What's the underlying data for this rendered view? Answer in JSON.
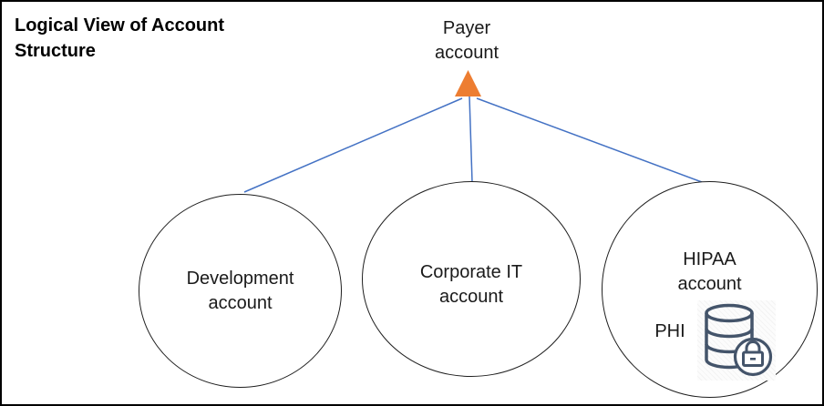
{
  "title": "Logical View of Account\nStructure",
  "root": {
    "label": "Payer\naccount"
  },
  "accounts": [
    {
      "label": "Development\naccount"
    },
    {
      "label": "Corporate IT\naccount"
    },
    {
      "label": "HIPAA\naccount",
      "tag": "PHI",
      "icon": "database-lock-icon"
    }
  ],
  "colors": {
    "connector": "#4472C4",
    "triangle": "#ED7D31",
    "circle_outline": "#1F1F1F",
    "icon": "#44546A",
    "text": "#1A1A1A"
  }
}
